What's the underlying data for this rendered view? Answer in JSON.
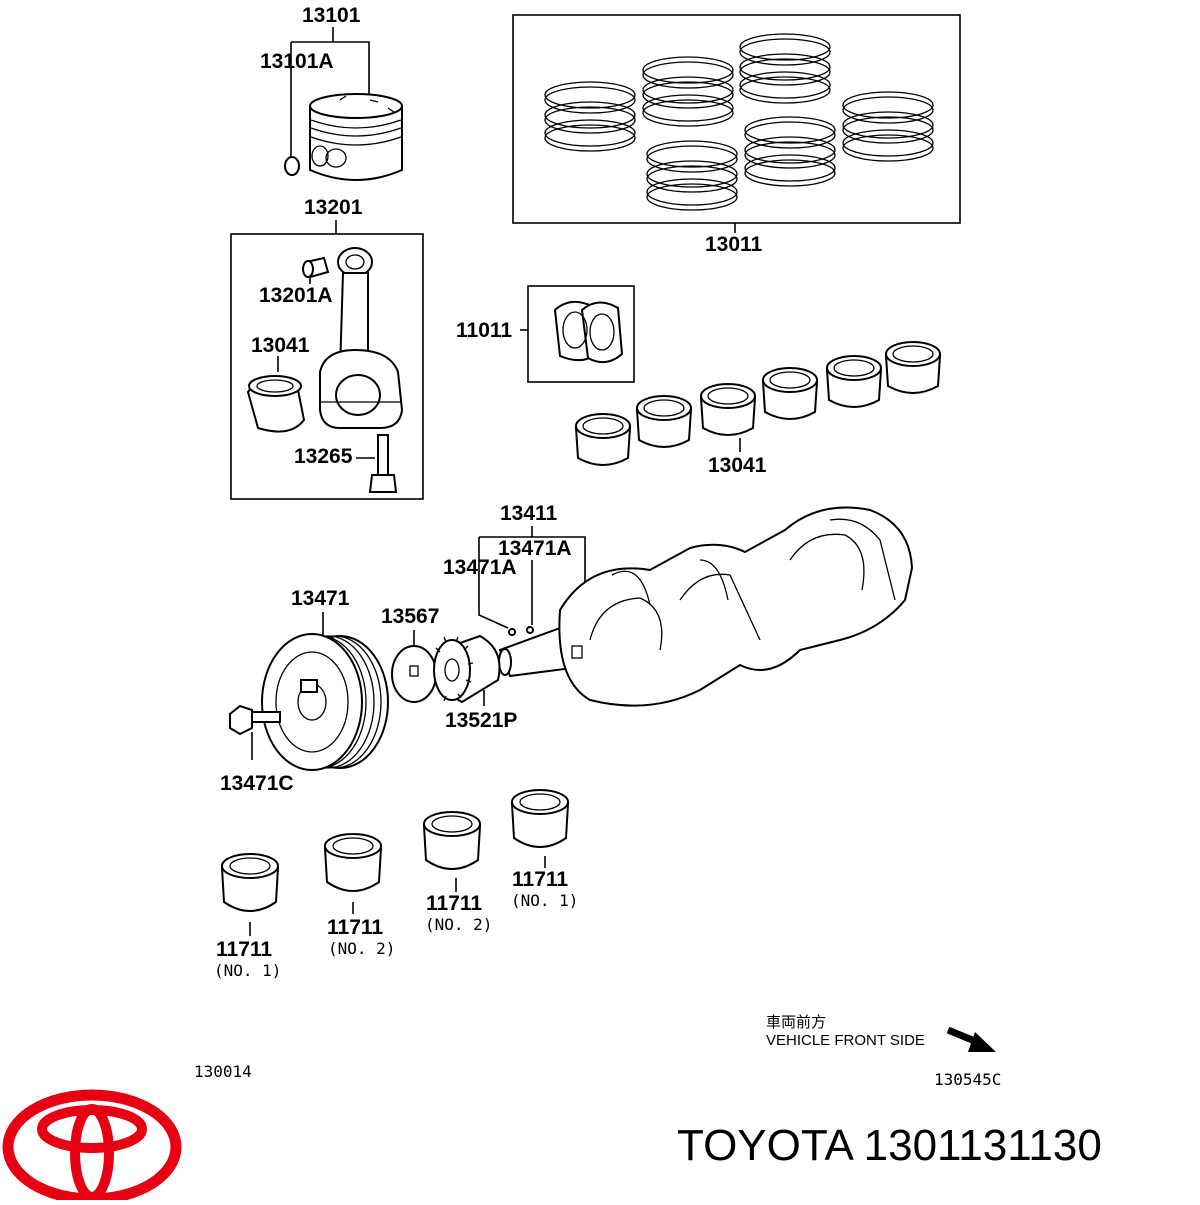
{
  "labels": {
    "piston_assy": "13101",
    "snap_ring": "13101A",
    "piston_ring_set": "13011",
    "conrod_assy": "13201",
    "conrod_bushing": "13201A",
    "conrod_bearing": "13041",
    "conrod_bolt": "13265",
    "overhaul_gasket": "11011",
    "crank_bearing_set": "13041",
    "crankshaft": "13411",
    "crank_pin_a": "13471A",
    "crank_pin_b": "13471A",
    "pulley": "13471",
    "pulley_bolt": "13471C",
    "plate": "13567",
    "timing_gear": "13521P",
    "main_bearing_1": "11711",
    "main_bearing_1_sub": "(NO. 1)",
    "main_bearing_2": "11711",
    "main_bearing_2_sub": "(NO. 2)",
    "main_bearing_3": "11711",
    "main_bearing_3_sub": "(NO. 2)",
    "main_bearing_4": "11711",
    "main_bearing_4_sub": "(NO. 1)"
  },
  "illustration_code": "130014",
  "diagram_code": "130545C",
  "direction": {
    "japanese": "車両前方",
    "english": "VEHICLE FRONT SIDE"
  },
  "brand": {
    "text": "TOYOTA 1301131130",
    "logo_color": "#e60012"
  }
}
